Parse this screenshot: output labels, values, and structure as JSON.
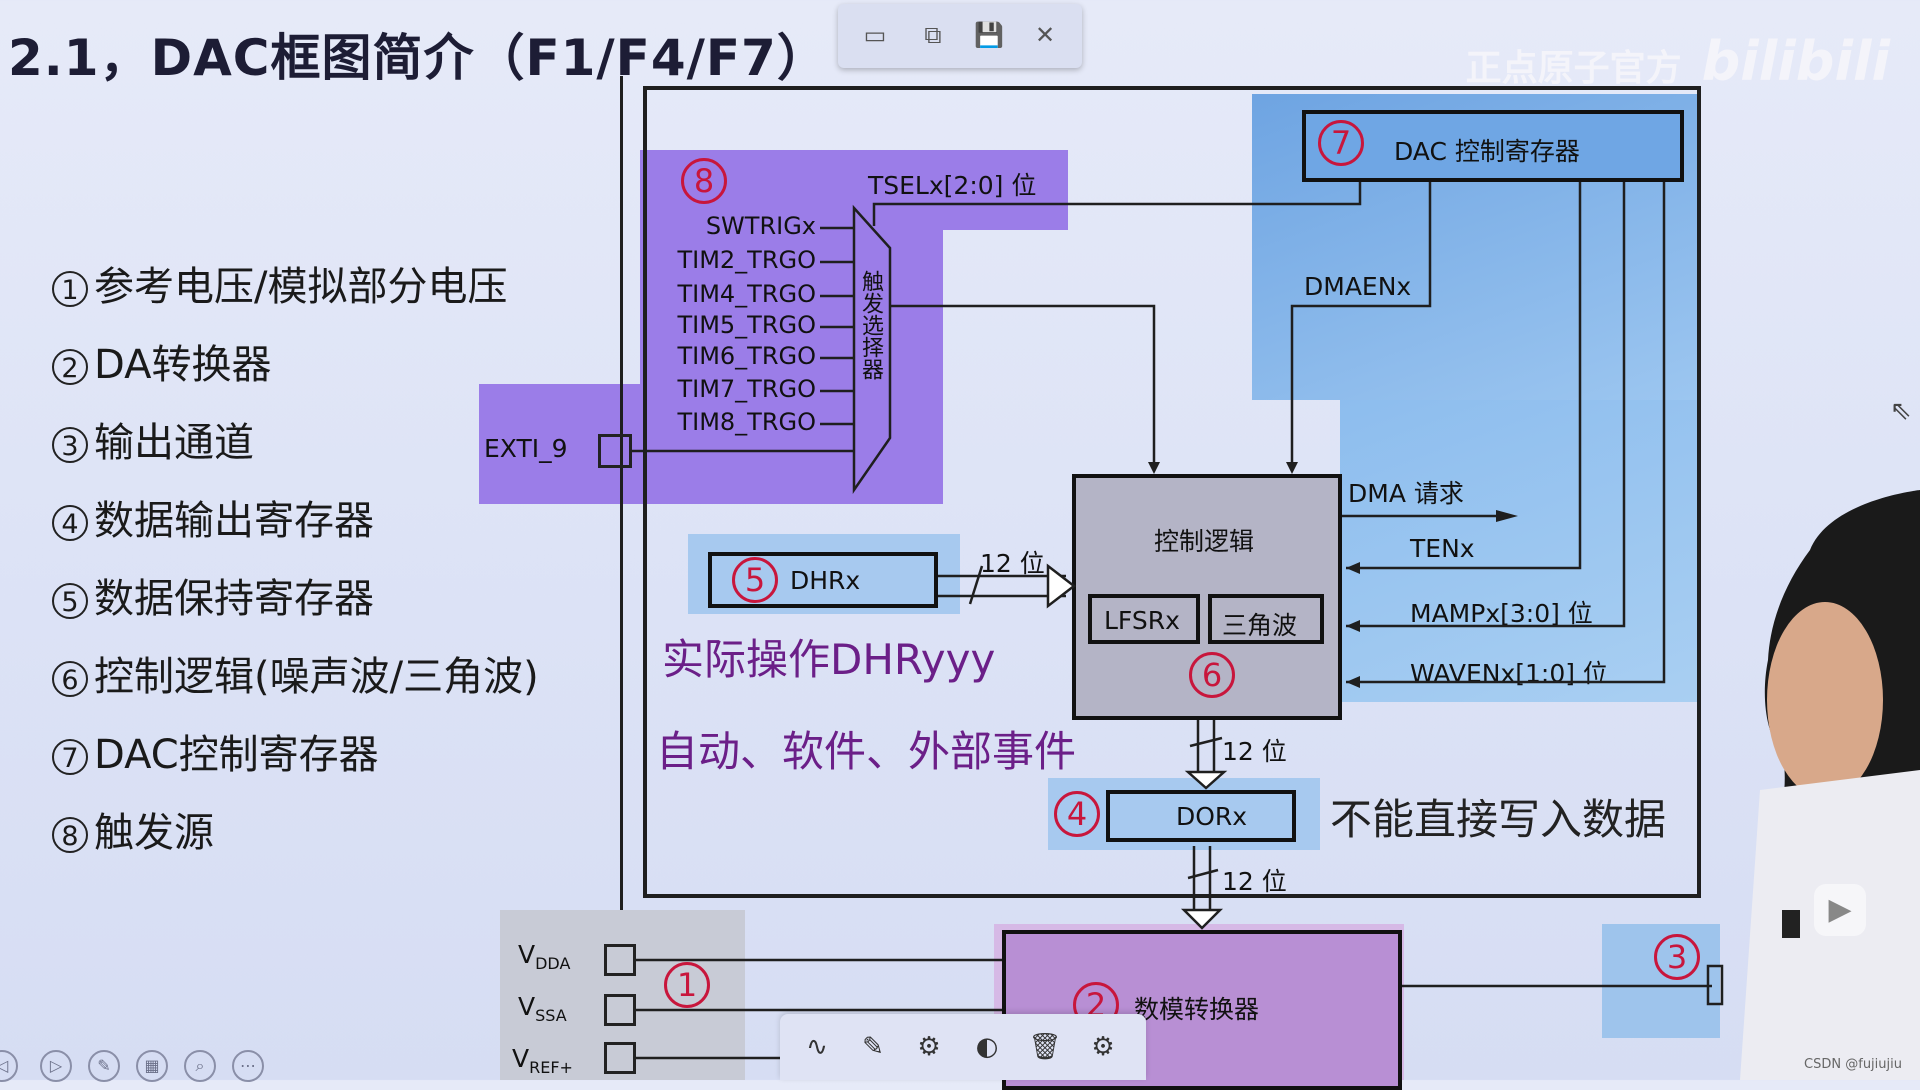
{
  "slide": {
    "title": "2.1，DAC框图简介（F1/F4/F7）"
  },
  "legend": {
    "items": [
      {
        "num": "1",
        "text": "参考电压/模拟部分电压"
      },
      {
        "num": "2",
        "text": "DA转换器"
      },
      {
        "num": "3",
        "text": "输出通道"
      },
      {
        "num": "4",
        "text": "数据输出寄存器"
      },
      {
        "num": "5",
        "text": "数据保持寄存器"
      },
      {
        "num": "6",
        "text": "控制逻辑(噪声波/三角波)"
      },
      {
        "num": "7",
        "text": "DAC控制寄存器"
      },
      {
        "num": "8",
        "text": "触发源"
      }
    ]
  },
  "diagram": {
    "trigger": {
      "num": "8",
      "tsel": "TSELx[2:0] 位",
      "sources": [
        "SWTRIGx",
        "TIM2_TRGO",
        "TIM4_TRGO",
        "TIM5_TRGO",
        "TIM6_TRGO",
        "TIM7_TRGO",
        "TIM8_TRGO"
      ],
      "exti": "EXTI_9",
      "mux": "触发选择器"
    },
    "control_register": {
      "num": "7",
      "label": "DAC 控制寄存器",
      "dmaen": "DMAENx"
    },
    "control_logic": {
      "num": "6",
      "label": "控制逻辑",
      "lfsr": "LFSRx",
      "triangle": "三角波",
      "dma_req": "DMA 请求",
      "ten": "TENx",
      "mamp": "MAMPx[3:0] 位",
      "waven": "WAVENx[1:0] 位"
    },
    "dhr": {
      "num": "5",
      "label": "DHRx",
      "bits": "12 位"
    },
    "dor": {
      "num": "4",
      "label": "DORx",
      "bits_in": "12 位",
      "bits_out": "12 位"
    },
    "converter": {
      "num": "2",
      "label": "数模转换器"
    },
    "ref": {
      "num": "1",
      "vdda": "V",
      "vdda_sub": "DDA",
      "vssa": "V",
      "vssa_sub": "SSA",
      "vref": "V",
      "vref_sub": "REF+"
    },
    "output": {
      "num": "3"
    }
  },
  "annotations": {
    "dhr_note": "实际操作DHRyyy",
    "trigger_note": "自动、软件、外部事件",
    "dor_note": "不能直接写入数据"
  },
  "watermark": {
    "text": "正点原子官方",
    "brand": "bilibili"
  },
  "csdn": "CSDN @fujiujiu",
  "colors": {
    "trigger_bg": "#9b7de8",
    "register_bg": "#7fb4e8",
    "logic_bg": "#b3b3c6",
    "dhr_bg": "#9ec4ec",
    "converter_bg": "#b88fd4",
    "ref_bg": "#c8cbd6",
    "circle_red": "#c8163c"
  }
}
